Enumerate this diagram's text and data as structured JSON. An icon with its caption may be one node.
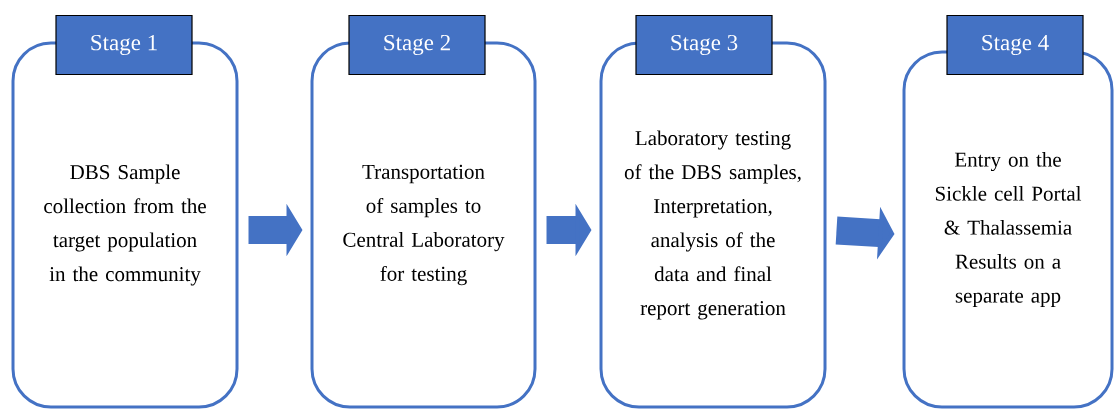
{
  "diagram": {
    "nodes": [
      {
        "text": [
          "Stage 1",
          "DBS Sample collection from the target population in the community"
        ]
      },
      {
        "text": [
          "Stage 2",
          "Transportation of samples to Central Laboratory for testing"
        ]
      },
      {
        "text": [
          "Stage 3",
          "Laboratory testing of the DBS samples, Interpretation, analysis of the data and final report generation"
        ]
      },
      {
        "text": [
          "Stage 4",
          "Entry on the Sickle cell Portal & Thalassemia Results on a separate app"
        ]
      }
    ],
    "edges": [
      {
        "from": 0,
        "to": 1,
        "arrow": "to"
      },
      {
        "from": 1,
        "to": 2,
        "arrow": "to"
      },
      {
        "from": 2,
        "to": 3,
        "arrow": "to"
      }
    ]
  }
}
